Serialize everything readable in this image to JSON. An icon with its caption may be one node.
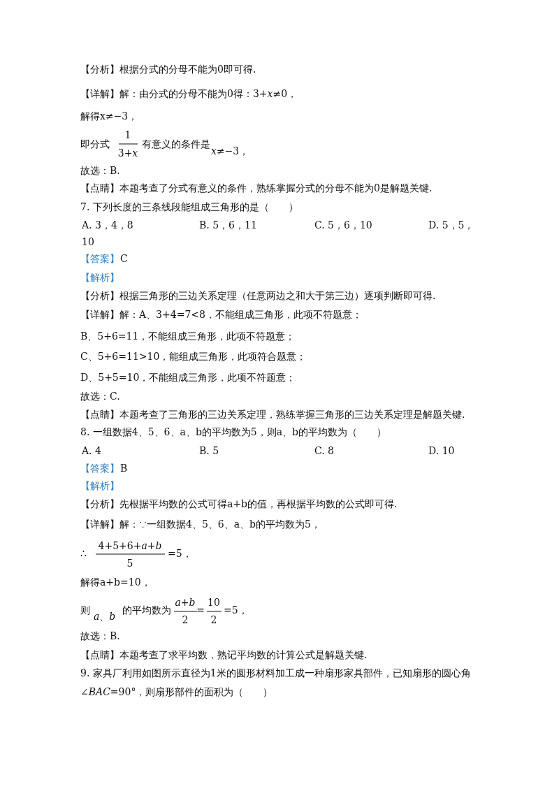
{
  "diagram": {
    "labels": [
      "【分析】根据分式的分母不能为0即可得.",
      "【详解】解：由分式的分母不能为0得：3+*x*≠0，",
      "解得x≠−3，",
      "即分式",
      "1",
      "3+*x*",
      "有意义的条件是",
      "*x*≠−3，",
      "故选：B.",
      "【点睛】本题考查了分式有意义的条件，熟练掌握分式的分母不能为0是解题关键.",
      "7. 下列长度的三条线段能组成三角形的是（　　）",
      "A. 3，4，8",
      "B. 5，6，11",
      "C. 5，6，10",
      "D. 5，5，10",
      "【答案】",
      "C",
      "【解析】",
      "【分析】根据三角形的三边关系定理（任意两边之和大于第三边）逐项判断即可得.",
      "【详解】解：A、3+4=7<8，不能组成三角形，此项不符题意；",
      "B、5+6=11，不能组成三角形，此项不符题意；",
      "C、5+6=11>10，能组成三角形，此项符合题意；",
      "D、5+5=10，不能组成三角形，此项不符题意；",
      "故选：C.",
      "【点睛】本题考查了三角形的三边关系定理，熟练掌握三角形的三边关系定理是解题关键.",
      "8. 一组数据4、5、6、a、b的平均数为5，则a、b的平均数为（　　）",
      "A. 4",
      "B. 5",
      "C. 8",
      "D. 10",
      "【答案】",
      "B",
      "【解析】",
      "【分析】先根据平均数的公式可得a+b的值，再根据平均数的公式即可得.",
      "【详解】解：∵一组数据4、5、6、a、b的平均数为5，",
      "∴",
      "4+5+6+*a*+*b*",
      "5",
      "=5，",
      "解得a+b=10，",
      "则",
      "*a*、*b*",
      "的平均数为",
      "*a*+*b*",
      "2",
      "=",
      "10",
      "2",
      "=5，",
      "故选：B.",
      "【点睛】本题考查了求平均数，熟记平均数的计算公式是解题关键.",
      "9. 家具厂利用如图所示直径为1米的圆形材料加工成一种扇形家具部件，已知扇形的圆心角∠*BAC*=90°，则扇形部件的面积为（　　）"
    ]
  }
}
